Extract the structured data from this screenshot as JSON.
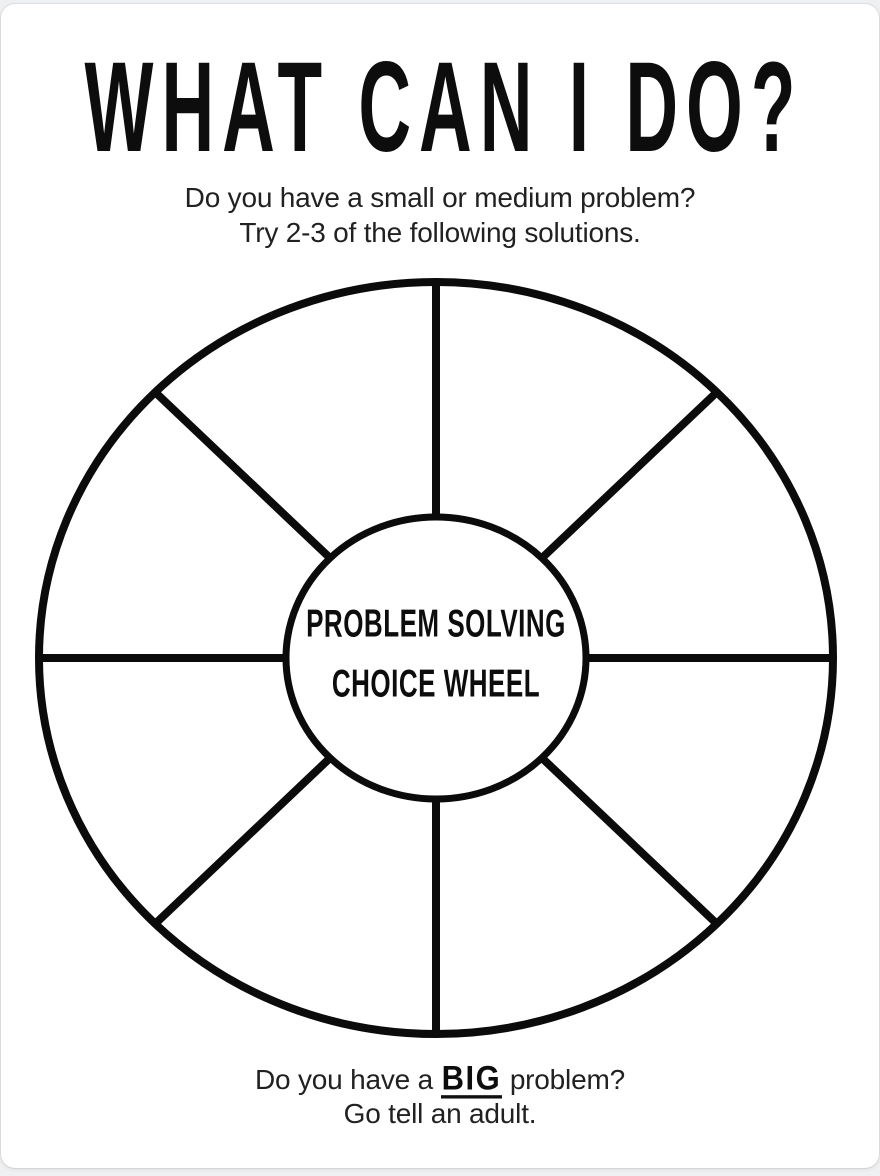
{
  "document": {
    "title": "WHAT CAN I DO?",
    "intro": {
      "line1": "Do you have a small or medium problem?",
      "line2": "Try 2-3 of the following solutions."
    },
    "wheel": {
      "center_line1": "PROBLEM SOLVING",
      "center_line2": "CHOICE WHEEL",
      "segment_count": 8,
      "segment_labels": []
    },
    "footer": {
      "prefix": "Do you have a",
      "emphasis": "BIG",
      "suffix": "problem?",
      "line2": "Go tell an adult."
    },
    "colors": {
      "ink": "#0d0d0d",
      "paper": "#ffffff",
      "backdrop": "#eef0f2"
    }
  }
}
